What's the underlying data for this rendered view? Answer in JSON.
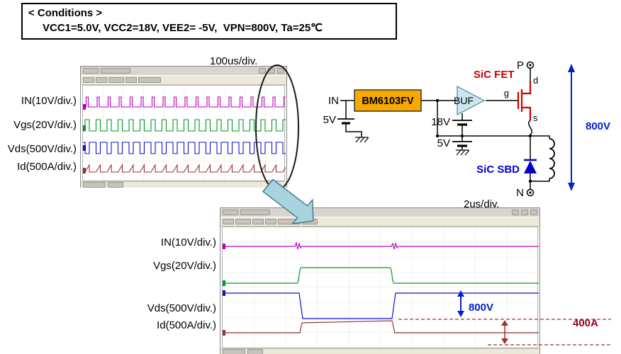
{
  "conditions": {
    "title": "< Conditions >",
    "body": "VCC1=5.0V, VCC2=18V, VEE2= -5V,  VPN=800V, Ta=25℃"
  },
  "scope1": {
    "timebase": "100us/div.",
    "channels": [
      {
        "label": "IN(10V/div.)",
        "color": "#bb00bb"
      },
      {
        "label": "Vgs(20V/div.)",
        "color": "#009922"
      },
      {
        "label": "Vds(500V/div.)",
        "color": "#1111cc"
      },
      {
        "label": "Id(500A/div.)",
        "color": "#993333"
      }
    ]
  },
  "scope2": {
    "timebase": "2us/div.",
    "channels": [
      {
        "label": "IN(10V/div.)",
        "color": "#bb00bb"
      },
      {
        "label": "Vgs(20V/div.)",
        "color": "#009922"
      },
      {
        "label": "Vds(500V/div.)",
        "color": "#1111cc"
      },
      {
        "label": "Id(500A/div.)",
        "color": "#993333"
      }
    ],
    "annotations": [
      {
        "label": "800V",
        "color": "#0022cc"
      },
      {
        "label": "400A",
        "color": "#990022"
      }
    ]
  },
  "circuit": {
    "input_label": "IN",
    "chip_label": "BM6103FV",
    "chip_color": "#f9a800",
    "buffer_label": "BUF",
    "fet_label": "SiC FET",
    "fet_color": "#cc0000",
    "sbd_label": "SiC SBD",
    "sbd_color": "#0000cc",
    "supply_vcc1": "5V",
    "supply_vcc2": "18V",
    "supply_vee2": "5V",
    "terminal_p": "P",
    "terminal_n": "N",
    "pin_d": "d",
    "pin_g": "g",
    "pin_s": "s",
    "bus_label": "800V",
    "bus_color": "#0022cc"
  },
  "chart_data": [
    {
      "type": "line",
      "title": "Continuous switching waveforms, 100us/div.",
      "series": [
        {
          "name": "IN(10V/div.)",
          "shape": "periodic narrow input pulses, ~18 cycles visible"
        },
        {
          "name": "Vgs(20V/div.)",
          "shape": "periodic gate square pulses following IN"
        },
        {
          "name": "Vds(500V/div.)",
          "shape": "switches between 800V (off) and ~0V (on)"
        },
        {
          "name": "Id(500A/div.)",
          "shape": "ramp current pulses during each on-time"
        }
      ]
    },
    {
      "type": "line",
      "title": "Single pulse zoom, 2us/div.",
      "series": [
        {
          "name": "IN(10V/div.)",
          "shape": "flat with switching noise bursts at turn-on and turn-off"
        },
        {
          "name": "Vgs(20V/div.)",
          "shape": "low, high during ~2.7us pulse, back low"
        },
        {
          "name": "Vds(500V/div.)",
          "shape": "800V, drops to ~0V during pulse, returns to 800V"
        },
        {
          "name": "Id(500A/div.)",
          "shape": "0A, steps to ~400A with slight ramp, returns to 0A"
        }
      ]
    }
  ]
}
